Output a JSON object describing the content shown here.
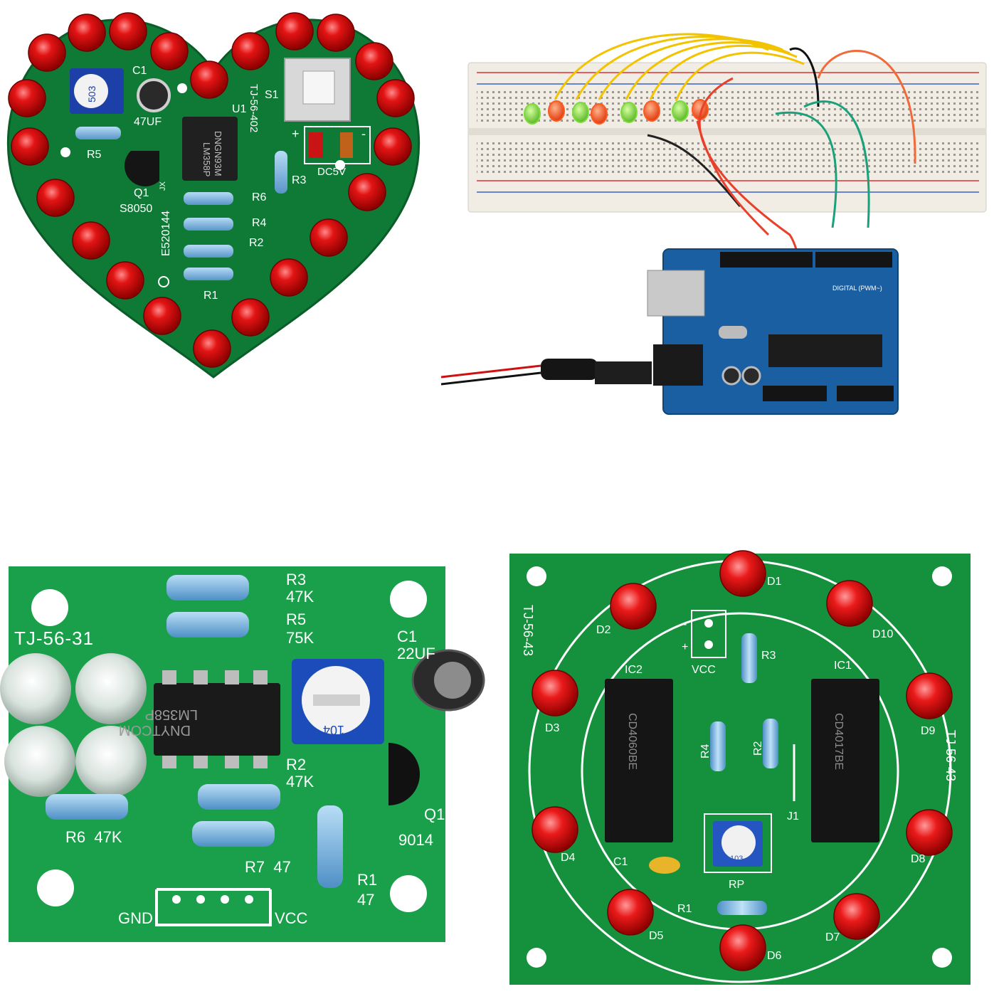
{
  "heart_board": {
    "c1": "C1",
    "c1_value": "47UF",
    "u1": "U1",
    "ic_line1": "LM358P",
    "ic_line2": "DNGN93M",
    "board_code": "TJ-56-402",
    "s1": "S1",
    "plus": "+",
    "minus": "-",
    "power": "DC5V",
    "r5": "R5",
    "r3": "R3",
    "r6": "R6",
    "r4": "R4",
    "r2": "R2",
    "r1": "R1",
    "q1": "Q1",
    "q1_part": "S8050",
    "cert": "E520144",
    "pot_code": "503",
    "jx": "JX"
  },
  "arduino_board": {
    "digital_label": "DIGITAL (PWM~)",
    "led_colors": [
      "#7ddc3a",
      "#ff5a1e",
      "#7ddc3a",
      "#ff5a1e",
      "#7ddc3a",
      "#ff5a1e",
      "#7ddc3a",
      "#ff5a1e"
    ]
  },
  "lm358_board": {
    "board_code": "TJ-56-31",
    "r3": "R3",
    "r3_val": "47K",
    "r5": "R5",
    "r5_val": "75K",
    "c1": "C1",
    "c1_val": "22UF",
    "ic_line1": "LM358P",
    "ic_line2": "DNYTCOM",
    "pot_code": "104",
    "r2": "R2",
    "r2_val": "47K",
    "q1": "Q1",
    "q1_part": "9014",
    "r6_line": "R6  47K",
    "r7_line": "R7  47",
    "r1": "R1",
    "r1_val": "47",
    "gnd": "GND",
    "vcc": "VCC"
  },
  "circle_board": {
    "board_code": "TJ-56-43",
    "d1": "D1",
    "d2": "D2",
    "d3": "D3",
    "d4": "D4",
    "d5": "D5",
    "d6": "D6",
    "d7": "D7",
    "d8": "D8",
    "d9": "D9",
    "d10": "D10",
    "ic2": "IC2",
    "ic1": "IC1",
    "ic2_text": "CD4060BE",
    "ic1_text": "CD4017BE",
    "r3": "R3",
    "r4": "R4",
    "r2": "R2",
    "r1": "R1",
    "vcc": "VCC",
    "j1": "J1",
    "c1": "C1",
    "rp": "RP",
    "pot_code": "103",
    "minus": "-",
    "plus": "+"
  }
}
